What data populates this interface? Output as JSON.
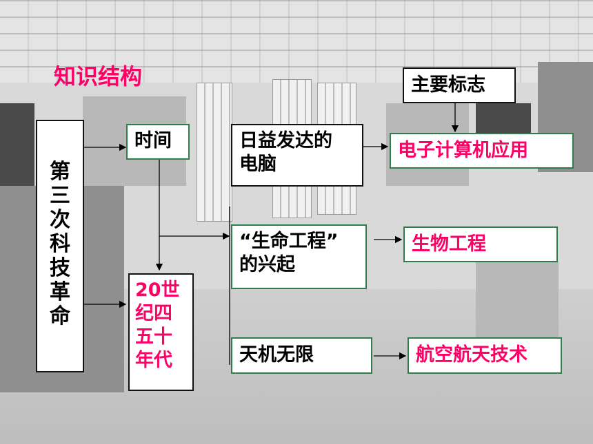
{
  "title": "知识结构",
  "colors": {
    "accent": "#ff0066",
    "box_border_green": "#2e7d4a",
    "box_border_black": "#111111"
  },
  "nodes": {
    "root": {
      "chars": [
        "第",
        "三",
        "次",
        "科",
        "技",
        "革",
        "命"
      ]
    },
    "time": "时间",
    "era_lines": [
      "20世",
      "纪四",
      "五十",
      "年代"
    ],
    "sign_header": "主要标志",
    "branch1_lines": [
      "日益发达的",
      "电脑"
    ],
    "branch1_result": "电子计算机应用",
    "branch2_lines": [
      "“生命工程”",
      "的兴起"
    ],
    "branch2_result": "生物工程",
    "branch3": "天机无限",
    "branch3_result": "航空航天技术"
  }
}
